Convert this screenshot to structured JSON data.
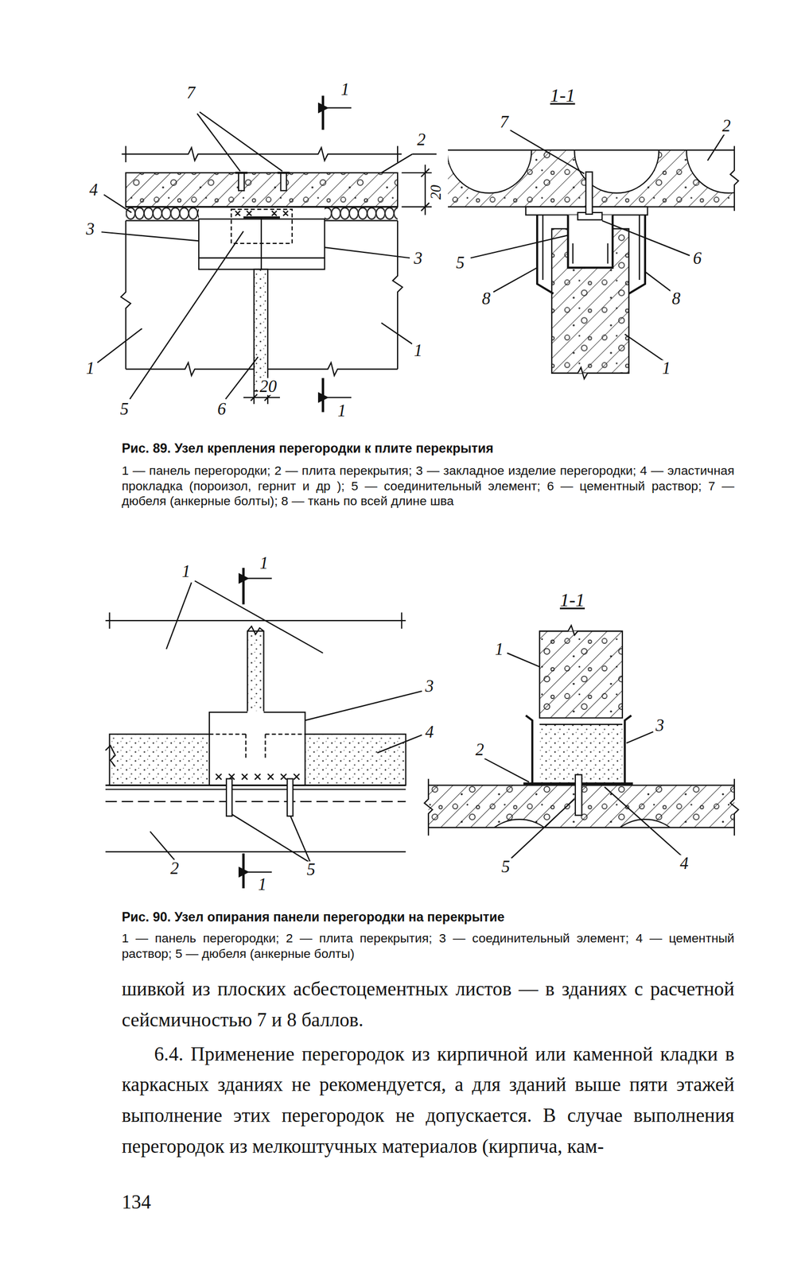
{
  "diagram": {
    "labels": [
      "7",
      "1",
      "2",
      "20",
      "4",
      "3",
      "3",
      "1",
      "1",
      "5",
      "6",
      "20",
      "1",
      "1-1",
      "7",
      "2",
      "5",
      "6",
      "8",
      "8",
      "1",
      "Рис. 89. Узел крепления перегородки к плите перекрытия",
      "1 — панель перегородки; 2 — плита перекрытия; 3 — закладное изделие перегородки; 4 — эластичная прокладка (пороизол, гернит и др ); 5 — соединительный элемент; 6 — цементный раствор; 7 — дюбеля (анкерные болты); 8 — ткань по всей длине шва",
      "1",
      "1",
      "3",
      "4",
      "2",
      "1",
      "5",
      "1-1",
      "1",
      "3",
      "2",
      "5",
      "4",
      "Рис. 90. Узел опирания панели перегородки на перекрытие",
      "1 — панель перегородки; 2 — плита перекрытия; 3 — соединительный элемент; 4 — цементный раствор; 5 — дюбеля (анкерные болты)",
      "шивкой из плоских асбестоцементных листов — в зданиях с расчетной сейсмичностью 7 и 8 баллов.",
      "6.4. Применение перегородок из кирпичной или каменной кладки в каркасных зданиях не рекомендуется, а для зданий выше пяти этажей выполнение этих перегородок не допускается. В случае выполнения перегородок из мелкоштучных материалов (кирпича, кам-",
      "134"
    ]
  }
}
